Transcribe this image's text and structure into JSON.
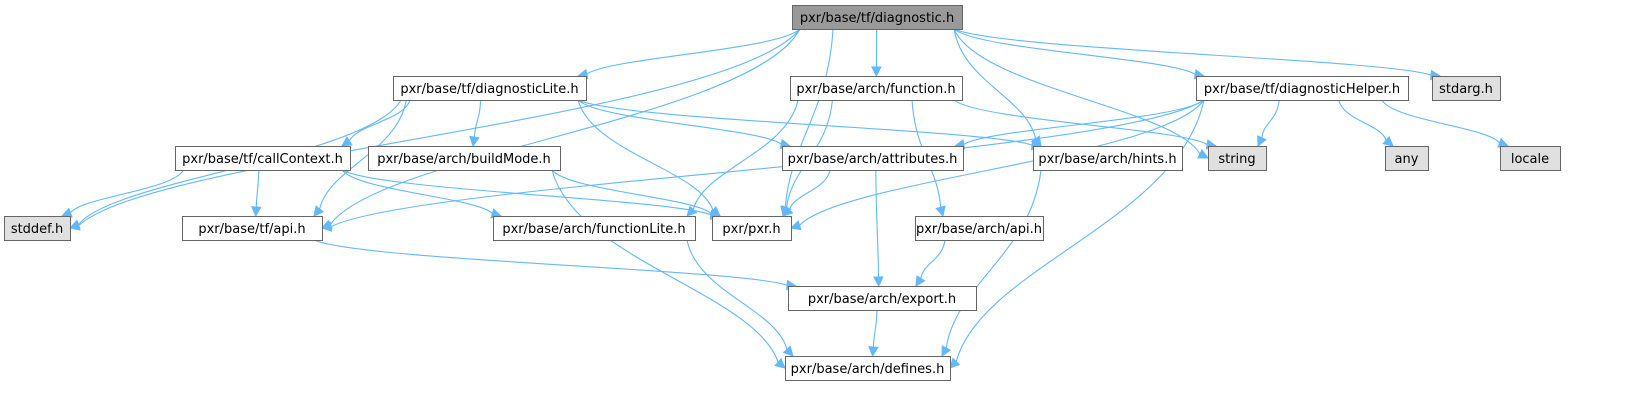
{
  "title": "pxr/base/tf/diagnostic.h include dependency graph",
  "colors": {
    "edge": "#63b8ff",
    "root_fill": "#999999",
    "node_fill": "#ffffff",
    "system_fill": "#e0e0e0",
    "border": "#666666",
    "system_border": "#999999"
  },
  "nodes": [
    {
      "id": "diagnostic",
      "label": "pxr/base/tf/diagnostic.h",
      "kind": "root"
    },
    {
      "id": "diagnosticLite",
      "label": "pxr/base/tf/diagnosticLite.h",
      "kind": "local"
    },
    {
      "id": "function",
      "label": "pxr/base/arch/function.h",
      "kind": "local"
    },
    {
      "id": "diagnosticHelper",
      "label": "pxr/base/tf/diagnosticHelper.h",
      "kind": "local"
    },
    {
      "id": "stdarg",
      "label": "stdarg.h",
      "kind": "system"
    },
    {
      "id": "callContext",
      "label": "pxr/base/tf/callContext.h",
      "kind": "local"
    },
    {
      "id": "buildMode",
      "label": "pxr/base/arch/buildMode.h",
      "kind": "local"
    },
    {
      "id": "attributes",
      "label": "pxr/base/arch/attributes.h",
      "kind": "local"
    },
    {
      "id": "hints",
      "label": "pxr/base/arch/hints.h",
      "kind": "local"
    },
    {
      "id": "string",
      "label": "string",
      "kind": "system"
    },
    {
      "id": "any",
      "label": "any",
      "kind": "system"
    },
    {
      "id": "locale",
      "label": "locale",
      "kind": "system"
    },
    {
      "id": "stddef",
      "label": "stddef.h",
      "kind": "system"
    },
    {
      "id": "tfapi",
      "label": "pxr/base/tf/api.h",
      "kind": "local"
    },
    {
      "id": "functionLite",
      "label": "pxr/base/arch/functionLite.h",
      "kind": "local"
    },
    {
      "id": "pxr",
      "label": "pxr/pxr.h",
      "kind": "local"
    },
    {
      "id": "archapi",
      "label": "pxr/base/arch/api.h",
      "kind": "local"
    },
    {
      "id": "export",
      "label": "pxr/base/arch/export.h",
      "kind": "local"
    },
    {
      "id": "defines",
      "label": "pxr/base/arch/defines.h",
      "kind": "local"
    }
  ],
  "edges": [
    [
      "diagnostic",
      "diagnosticLite"
    ],
    [
      "diagnostic",
      "function"
    ],
    [
      "diagnostic",
      "diagnosticHelper"
    ],
    [
      "diagnostic",
      "stdarg"
    ],
    [
      "diagnostic",
      "hints"
    ],
    [
      "diagnostic",
      "string"
    ],
    [
      "diagnostic",
      "pxr"
    ],
    [
      "diagnostic",
      "stddef"
    ],
    [
      "diagnostic",
      "tfapi"
    ],
    [
      "diagnosticLite",
      "callContext"
    ],
    [
      "diagnosticLite",
      "buildMode"
    ],
    [
      "diagnosticLite",
      "attributes"
    ],
    [
      "diagnosticLite",
      "hints"
    ],
    [
      "diagnosticLite",
      "pxr"
    ],
    [
      "diagnosticLite",
      "stddef"
    ],
    [
      "diagnosticLite",
      "tfapi"
    ],
    [
      "function",
      "functionLite"
    ],
    [
      "function",
      "pxr"
    ],
    [
      "function",
      "archapi"
    ],
    [
      "function",
      "string"
    ],
    [
      "diagnosticHelper",
      "attributes"
    ],
    [
      "diagnosticHelper",
      "string"
    ],
    [
      "diagnosticHelper",
      "any"
    ],
    [
      "diagnosticHelper",
      "locale"
    ],
    [
      "diagnosticHelper",
      "tfapi"
    ],
    [
      "diagnosticHelper",
      "pxr"
    ],
    [
      "diagnosticHelper",
      "defines"
    ],
    [
      "callContext",
      "stddef"
    ],
    [
      "callContext",
      "tfapi"
    ],
    [
      "callContext",
      "functionLite"
    ],
    [
      "callContext",
      "pxr"
    ],
    [
      "buildMode",
      "pxr"
    ],
    [
      "buildMode",
      "defines"
    ],
    [
      "attributes",
      "pxr"
    ],
    [
      "attributes",
      "export"
    ],
    [
      "hints",
      "defines"
    ],
    [
      "tfapi",
      "export"
    ],
    [
      "functionLite",
      "defines"
    ],
    [
      "archapi",
      "export"
    ],
    [
      "export",
      "defines"
    ]
  ]
}
